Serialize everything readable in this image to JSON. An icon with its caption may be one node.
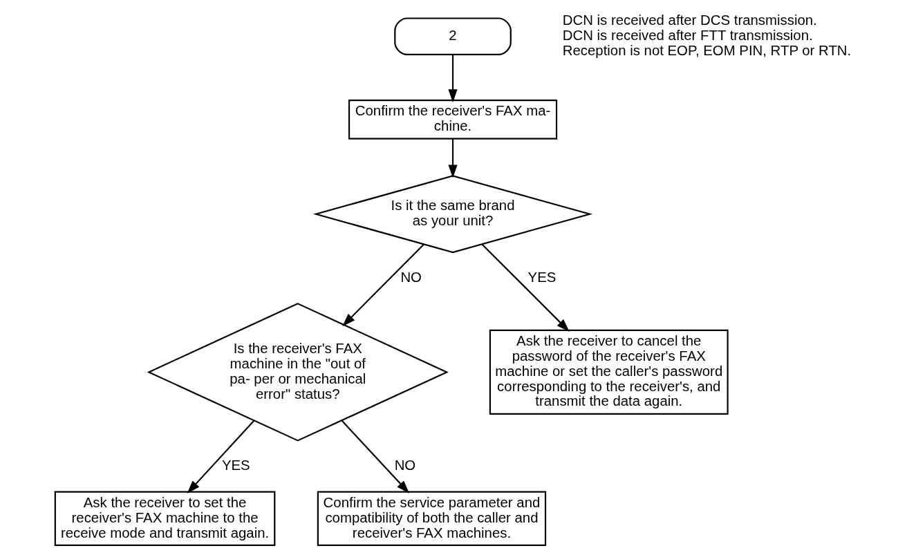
{
  "diagram": {
    "nodes": [
      {
        "text": [
          "2"
        ]
      },
      {
        "text": [
          "Confirm the receiver's FAX ma- chine."
        ]
      },
      {
        "text": [
          "Is it the same brand as your unit?"
        ]
      },
      {
        "text": [
          "Is the receiver's FAX machine in the \"out of pa- per or mechanical error\" status?"
        ]
      },
      {
        "text": [
          "Ask the receiver to cancel the password of the receiver's FAX machine or set the caller's password corresponding to the receiver's, and transmit the data again."
        ]
      },
      {
        "text": [
          "Ask the receiver to set the receiver's FAX machine to the receive mode and transmit again."
        ]
      },
      {
        "text": [
          "Confirm the service parameter and compatibility of both the caller and receiver's FAX machines."
        ]
      }
    ],
    "edges": [
      {
        "from": 0,
        "to": 1,
        "arrow": "to"
      },
      {
        "from": 1,
        "to": 2,
        "arrow": "to"
      },
      {
        "from": 2,
        "to": 3,
        "arrow": "to",
        "label": "NO"
      },
      {
        "from": 2,
        "to": 4,
        "arrow": "to",
        "label": "YES"
      },
      {
        "from": 3,
        "to": 5,
        "arrow": "to",
        "label": "YES"
      },
      {
        "from": 3,
        "to": 6,
        "arrow": "to",
        "label": "NO"
      }
    ],
    "labels": [
      "DCN is received after DCS transmission.",
      "DCN is received after FTT transmission.",
      "Reception is not EOP, EOM PIN, RTP or RTN."
    ]
  }
}
